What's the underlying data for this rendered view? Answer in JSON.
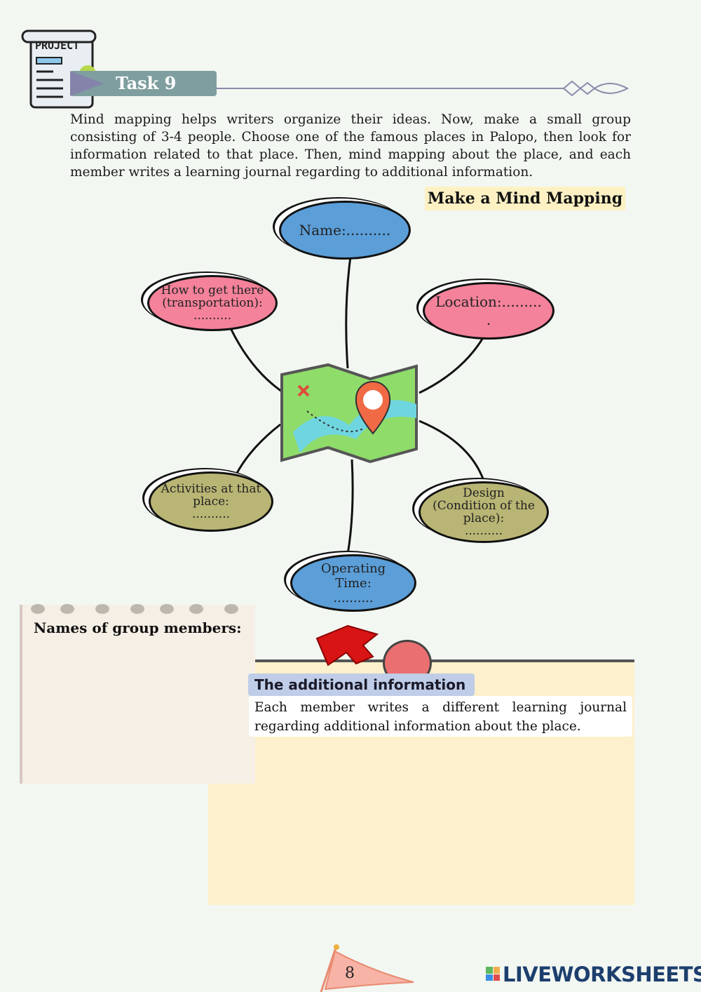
{
  "header": {
    "icon_text": "PROJECT",
    "task_label": "Task 9"
  },
  "intro": "Mind mapping helps writers organize their ideas. Now, make a small group consisting of 3-4 people. Choose one of the famous places in Palopo, then look for information related to that place. Then, mind mapping about the place, and each member writes a learning journal regarding to additional information.",
  "mind_map": {
    "title": "Make a  Mind Mapping",
    "name": "Name:..........",
    "transport": "How to get there\n(transportation):\n..........",
    "location": "Location:.........\n.",
    "activities": "Activities at that\nplace:\n..........",
    "design": "Design\n(Condition of the\nplace):\n..........",
    "operating": "Operating\nTime:\n.........."
  },
  "members": {
    "label": "Names of group members:"
  },
  "additional": {
    "label": "The additional information",
    "text": "Each member writes a different learning journal regarding additional information about the place."
  },
  "footer": {
    "page_number": "8",
    "brand": "LIVEWORKSHEETS"
  },
  "colors": {
    "blue": "#5b9ed8",
    "pink": "#f4829a",
    "olive": "#b9b574",
    "task": "#7f9ea0"
  }
}
